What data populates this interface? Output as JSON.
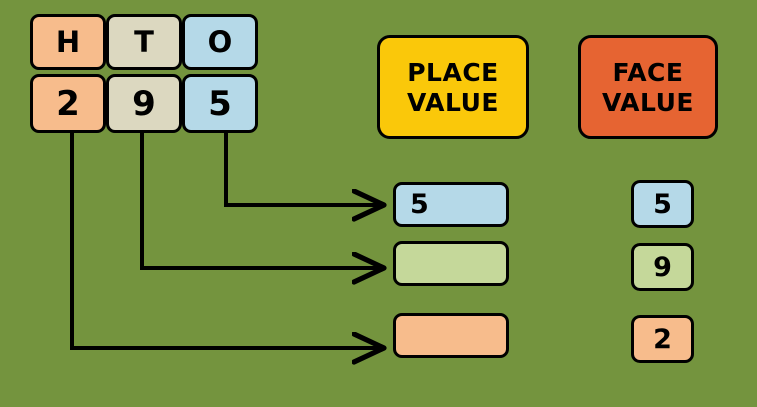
{
  "background_color": "#74943e",
  "palette": {
    "orange": "#f7bc8c",
    "tan": "#dcd8c0",
    "blue": "#b5d9e8",
    "green": "#c5d89a",
    "yellow_header": "#fac80a",
    "red_header": "#e66432",
    "outline": "#000000"
  },
  "place_value_chart": {
    "column_labels": [
      "H",
      "T",
      "O"
    ],
    "digits": [
      "2",
      "9",
      "5"
    ],
    "number": "295"
  },
  "headers": {
    "place_value": {
      "line1": "PLACE",
      "line2": "VALUE"
    },
    "face_value": {
      "line1": "FACE",
      "line2": "VALUE"
    }
  },
  "place_value_results": [
    {
      "value": "5",
      "color": "blue",
      "source_digit": "5",
      "source_column": "O"
    },
    {
      "value": "",
      "color": "green",
      "source_digit": "9",
      "source_column": "T"
    },
    {
      "value": "",
      "color": "orange",
      "source_digit": "2",
      "source_column": "H"
    }
  ],
  "face_value_results": [
    {
      "value": "5",
      "color": "blue"
    },
    {
      "value": "9",
      "color": "green"
    },
    {
      "value": "2",
      "color": "orange"
    }
  ],
  "connectors": [
    {
      "from": "O",
      "to": "place-value-box-1"
    },
    {
      "from": "T",
      "to": "place-value-box-2"
    },
    {
      "from": "H",
      "to": "place-value-box-3"
    }
  ]
}
